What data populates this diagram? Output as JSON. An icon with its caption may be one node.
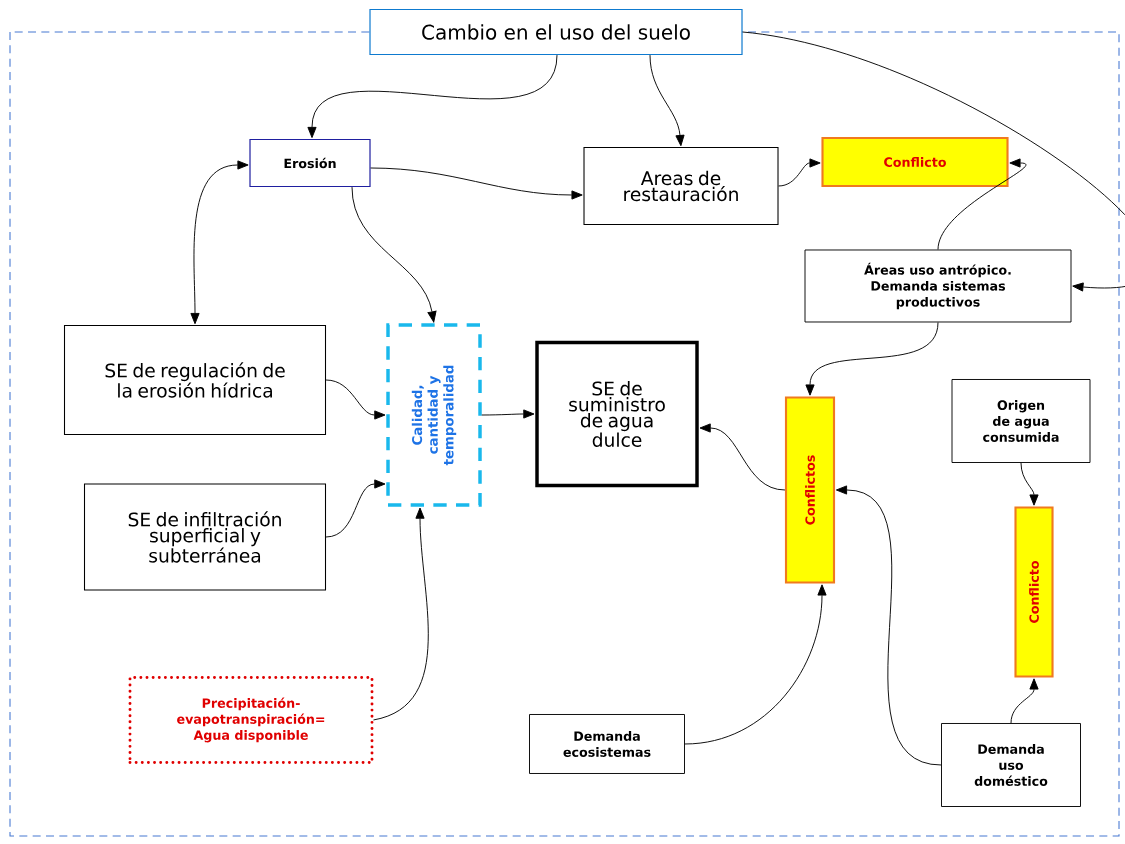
{
  "diagram": {
    "nodes": [
      {
        "text": [
          "Cambio en el uso del suelo"
        ]
      },
      {
        "text": [
          "Erosión"
        ]
      },
      {
        "text": [
          "Areas de restauración"
        ]
      },
      {
        "text": [
          "Conflicto"
        ]
      },
      {
        "text": [
          "Áreas uso antrópico. Demanda sistemas productivos"
        ]
      },
      {
        "text": [
          "SE de regulación de la erosión hídrica"
        ]
      },
      {
        "text": [
          "Calidad, cantidad y temporalidad"
        ]
      },
      {
        "text": [
          "SE de suministro de agua dulce"
        ]
      },
      {
        "text": [
          "SE de infiltración superficial y subterránea"
        ]
      },
      {
        "text": [
          "Conflictos"
        ]
      },
      {
        "text": [
          "Origen de agua consumida"
        ]
      },
      {
        "text": [
          "Conflicto"
        ]
      },
      {
        "text": [
          "Precipitación- evapotranspiración= Agua disponible"
        ]
      },
      {
        "text": [
          "Demanda ecosistemas"
        ]
      },
      {
        "text": [
          "Demanda uso doméstico"
        ]
      }
    ],
    "edges": [
      {
        "from": 0,
        "to": 1,
        "arrow": "to"
      },
      {
        "from": 0,
        "to": 2,
        "arrow": "to"
      },
      {
        "from": 0,
        "to": 4,
        "arrow": "to"
      },
      {
        "from": 1,
        "to": 2,
        "arrow": "to"
      },
      {
        "from": 1,
        "to": 6,
        "arrow": "to"
      },
      {
        "from": 1,
        "to": 5,
        "arrow": "both"
      },
      {
        "from": 2,
        "to": 3,
        "arrow": "to"
      },
      {
        "from": 4,
        "to": 3,
        "arrow": "to"
      },
      {
        "from": 4,
        "to": 9,
        "arrow": "to"
      },
      {
        "from": 5,
        "to": 6,
        "arrow": "to"
      },
      {
        "from": 8,
        "to": 6,
        "arrow": "to"
      },
      {
        "from": 12,
        "to": 6,
        "arrow": "to"
      },
      {
        "from": 6,
        "to": 7,
        "arrow": "to"
      },
      {
        "from": 9,
        "to": 7,
        "arrow": "to"
      },
      {
        "from": 13,
        "to": 9,
        "arrow": "to"
      },
      {
        "from": 14,
        "to": 9,
        "arrow": "to"
      },
      {
        "from": 10,
        "to": 11,
        "arrow": "to"
      },
      {
        "from": 14,
        "to": 11,
        "arrow": "to"
      }
    ]
  }
}
